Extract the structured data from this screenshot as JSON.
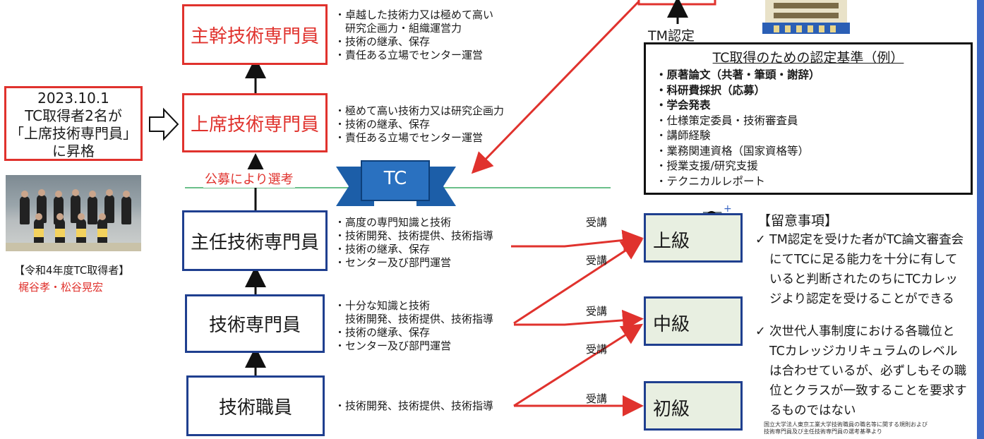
{
  "ranks": {
    "chief": "主幹技術専門員",
    "senior": "上席技術専門員",
    "lead": "主任技術専門員",
    "specialist": "技術専門員",
    "staff": "技術職員"
  },
  "descriptions": {
    "chief": "・卓越した技術力又は極めて高い\n　研究企画力・組織運営力\n・技術の継承、保存\n・責任ある立場でセンター運営",
    "senior": "・極めて高い技術力又は研究企画力\n・技術の継承、保存\n・責任ある立場でセンター運営",
    "lead": "・高度の専門知識と技術\n・技術開発、技術提供、技術指導\n・技術の継承、保存\n・センター及び部門運営",
    "specialist": "・十分な知識と技術\n　技術開発、技術提供、技術指導\n・技術の継承、保存\n・センター及び部門運営",
    "staff": "・技術開発、技術提供、技術指導"
  },
  "promotion_note": {
    "line1": "2023.10.1",
    "line2": "TC取得者2名が",
    "line3": "「上席技術専門員」",
    "line4": "に昇格"
  },
  "photo_caption": {
    "title": "【令和4年度TC取得者】",
    "names": "梶谷孝・松谷晃宏"
  },
  "selection_label": "公募により選考",
  "tc_ribbon": "TC",
  "tm_label": "TM認定",
  "criteria": {
    "title": "TC取得のための認定基準（例）",
    "items": [
      {
        "text": "・原著論文（共著・筆頭・謝辞）",
        "bold": true
      },
      {
        "text": "・科研費採択（応募）",
        "bold": true
      },
      {
        "text": "・学会発表",
        "bold": true
      },
      {
        "text": "・仕様策定委員・技術審査員",
        "bold": false
      },
      {
        "text": "・講師経験",
        "bold": false
      },
      {
        "text": "・業務関連資格（国家資格等）",
        "bold": false
      },
      {
        "text": "・授業支援/研究支援",
        "bold": false
      },
      {
        "text": "・テクニカルレポート",
        "bold": false
      }
    ]
  },
  "levels": {
    "advanced": "上級",
    "intermediate": "中級",
    "beginner": "初級"
  },
  "attend_label": "受講",
  "cautions": {
    "title": "【留意事項】",
    "item1": [
      "TM認定を受けた者がTC論文審査会",
      "にてTCに足る能力を十分に有して",
      "いると判断されたのちにTCカレッ",
      "ジより認定を受けることができる"
    ],
    "item2": [
      "次世代人事制度における各職位と",
      "TCカレッジカリキュラムのレベル",
      "は合わせているが、必ずしもその職",
      "位とクラスが一致することを要求す",
      "るものではない"
    ],
    "mark": "✓"
  },
  "footnote": {
    "line1": "国立大学法人東京工業大学技術職員の職名等に関する規則および",
    "line2": "技術専門員及び主任技術専門員の選考基準より"
  },
  "colors": {
    "red": "#e0322d",
    "blue": "#1f3f8f",
    "ribbon": "#1c5ea8",
    "level_bg": "#e8efe1",
    "green_line": "#6abf8a"
  }
}
